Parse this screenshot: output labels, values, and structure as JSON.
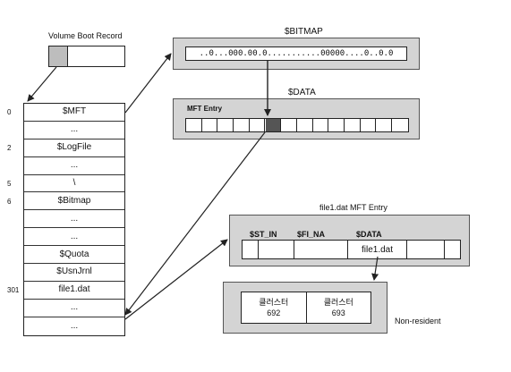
{
  "vbr": {
    "label": "Volume Boot Record"
  },
  "bitmap": {
    "title": "$BITMAP",
    "bits": "..0...000.00.0...........00000....0..0.0"
  },
  "data": {
    "title": "$DATA",
    "inner_label": "MFT Entry"
  },
  "mft": {
    "rows": [
      {
        "index": "0",
        "label": "$MFT"
      },
      {
        "index": "",
        "label": "..."
      },
      {
        "index": "2",
        "label": "$LogFile"
      },
      {
        "index": "",
        "label": "..."
      },
      {
        "index": "5",
        "label": "\\"
      },
      {
        "index": "6",
        "label": "$Bitmap"
      },
      {
        "index": "",
        "label": "..."
      },
      {
        "index": "",
        "label": "..."
      },
      {
        "index": "",
        "label": "$Quota"
      },
      {
        "index": "",
        "label": "$UsnJrnl"
      },
      {
        "index": "301",
        "label": "file1.dat"
      },
      {
        "index": "",
        "label": "..."
      },
      {
        "index": "",
        "label": "..."
      }
    ]
  },
  "entry": {
    "title": "file1.dat MFT Entry",
    "attr1": "$ST_IN",
    "attr2": "$FI_NA",
    "attr3": "$DATA",
    "value": "file1.dat"
  },
  "clusters": [
    {
      "name": "클러스터",
      "num": "692"
    },
    {
      "name": "클러스터",
      "num": "693"
    }
  ],
  "nonresident": "Non-resident"
}
